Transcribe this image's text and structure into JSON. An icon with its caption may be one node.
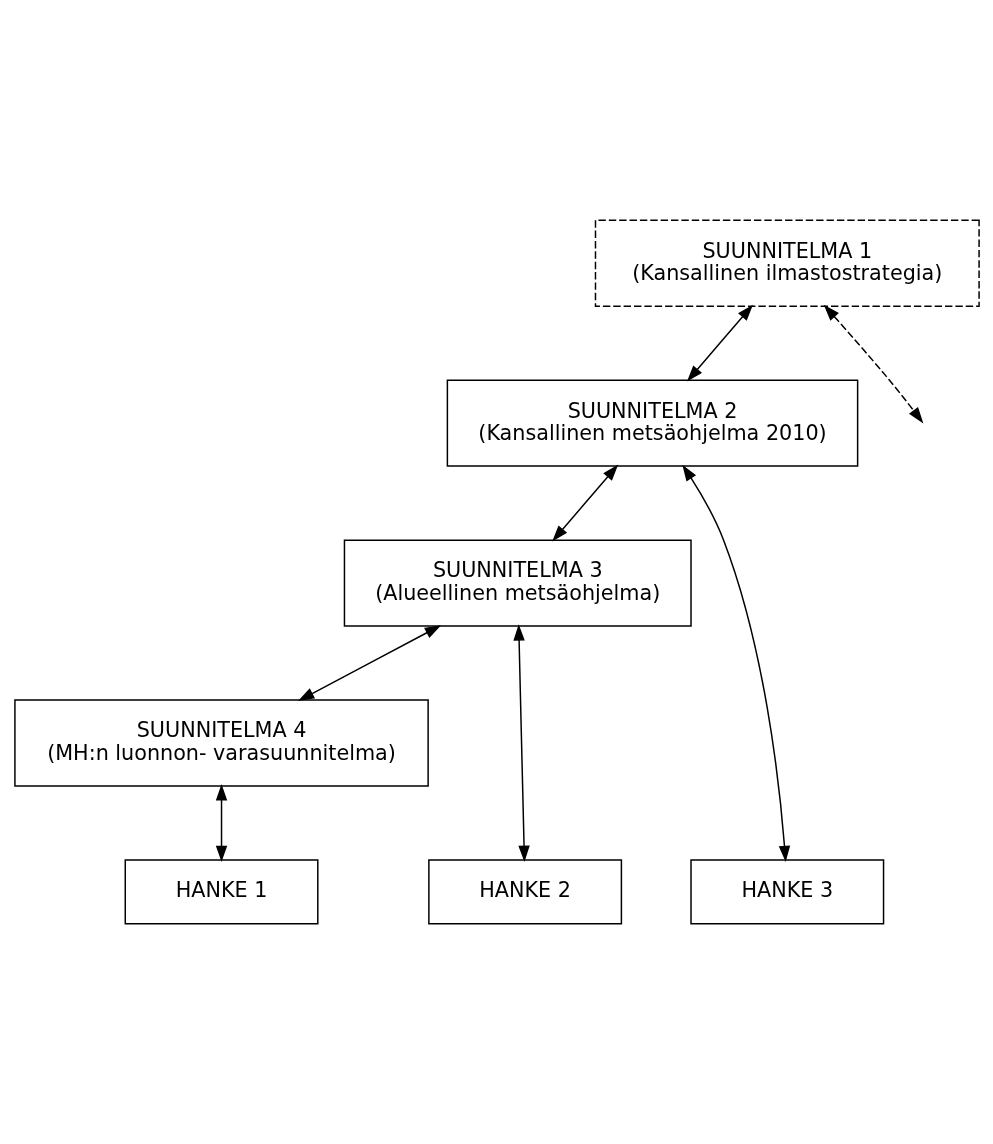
{
  "diagram": {
    "nodes": [
      {
        "text": [
          "SUUNNITELMA 1",
          "(Kansallinen ilmastostrategia)"
        ]
      },
      {
        "text": [
          "SUUNNITELMA 2",
          "(Kansallinen metsäohjelma 2010)"
        ]
      },
      {
        "text": [
          "SUUNNITELMA 3",
          "(Alueellinen metsäohjelma)"
        ]
      },
      {
        "text": [
          "SUUNNITELMA 4",
          "(MH:n luonnon- varasuunnitelma)"
        ]
      },
      {
        "text": [
          "HANKE 1"
        ]
      },
      {
        "text": [
          "HANKE 2"
        ]
      },
      {
        "text": [
          "HANKE 3"
        ]
      }
    ],
    "edges": [
      {
        "from": 0,
        "to": null,
        "arrow": "both",
        "style": "dashed"
      },
      {
        "from": 0,
        "to": 1,
        "arrow": "both"
      },
      {
        "from": 1,
        "to": 2,
        "arrow": "both"
      },
      {
        "from": 2,
        "to": 3,
        "arrow": "both"
      },
      {
        "from": 3,
        "to": 4,
        "arrow": "both"
      },
      {
        "from": 2,
        "to": 5,
        "arrow": "both"
      },
      {
        "from": 1,
        "to": 6,
        "arrow": "both"
      }
    ]
  }
}
